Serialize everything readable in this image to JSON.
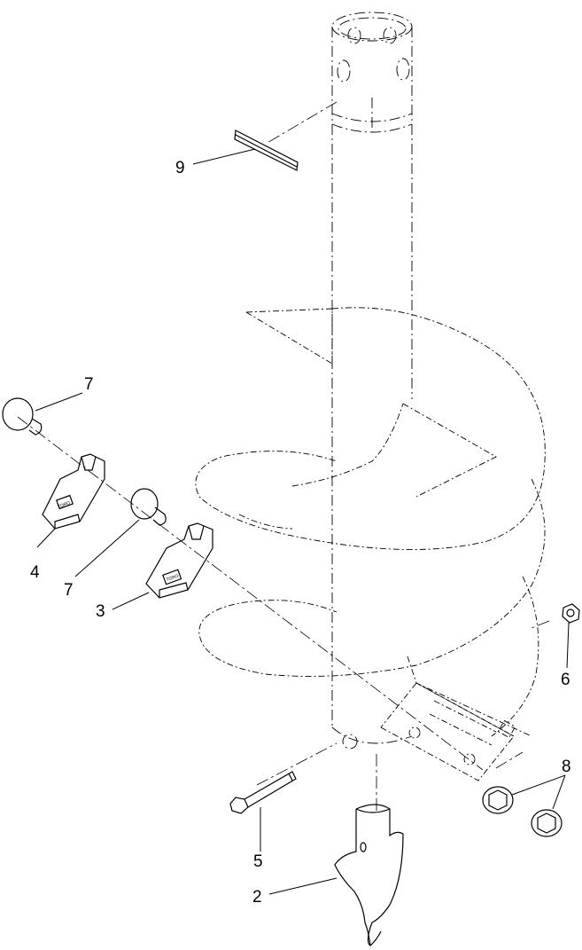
{
  "diagram": {
    "callouts": [
      {
        "id": "9",
        "label": "9",
        "part": "key"
      },
      {
        "id": "7a",
        "label": "7",
        "part": "tooth-pin-upper"
      },
      {
        "id": "4",
        "label": "4",
        "part": "tooth-left"
      },
      {
        "id": "7b",
        "label": "7",
        "part": "tooth-pin-lower"
      },
      {
        "id": "3",
        "label": "3",
        "part": "tooth-right"
      },
      {
        "id": "6",
        "label": "6",
        "part": "locknut"
      },
      {
        "id": "8",
        "label": "8",
        "part": "flange-nuts"
      },
      {
        "id": "5",
        "label": "5",
        "part": "bolt"
      },
      {
        "id": "2",
        "label": "2",
        "part": "pilot-point"
      }
    ],
    "tooth_stamp": "TORO",
    "colors": {
      "line": "#000000",
      "background": "#ffffff"
    }
  }
}
